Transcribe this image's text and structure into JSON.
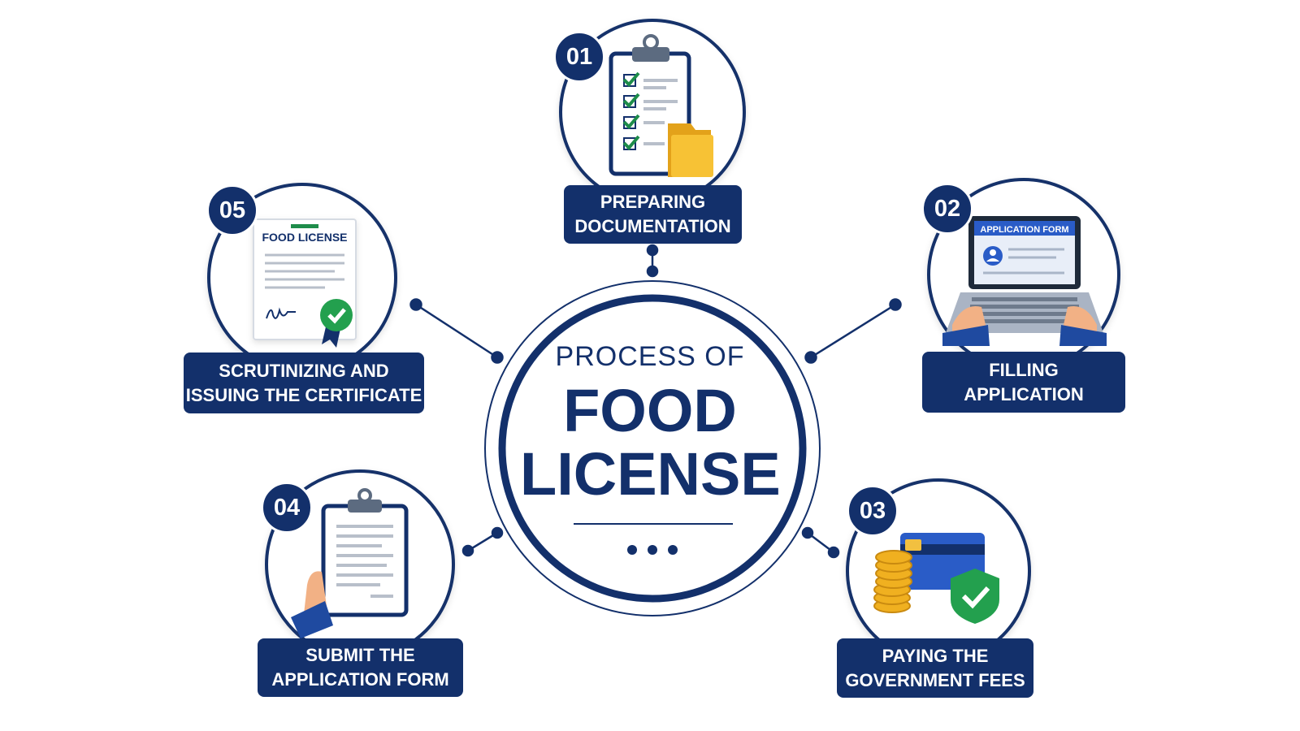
{
  "title": {
    "line1": "PROCESS OF",
    "line2": "FOOD",
    "line3": "LICENSE"
  },
  "steps": [
    {
      "number": "01",
      "line1": "PREPARING",
      "line2": "DOCUMENTATION"
    },
    {
      "number": "02",
      "line1": "FILLING",
      "line2": "APPLICATION",
      "screen_label": "APPLICATION FORM"
    },
    {
      "number": "03",
      "line1": "PAYING THE",
      "line2": "GOVERNMENT FEES"
    },
    {
      "number": "04",
      "line1": "SUBMIT THE",
      "line2": "APPLICATION FORM"
    },
    {
      "number": "05",
      "line1": "SCRUTINIZING AND",
      "line2": "ISSUING THE CERTIFICATE",
      "certificate_title": "FOOD LICENSE"
    }
  ],
  "colors": {
    "navy": "#13306b",
    "green": "#1e8c4a",
    "gold": "#f0b020",
    "blue": "#2a5cc7"
  }
}
